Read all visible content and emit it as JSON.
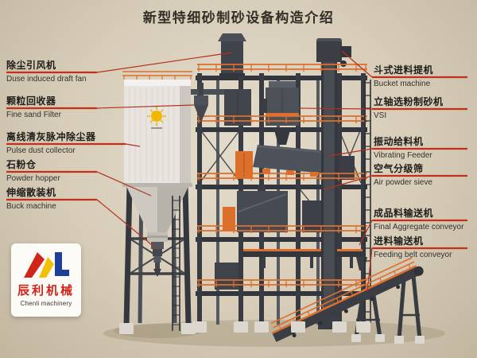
{
  "title": "新型特细砂制砂设备构造介绍",
  "colors": {
    "background_tan": "#d7cdb9",
    "accent_red": "#c3301a",
    "leader_red": "#b5301c",
    "steel_dark": "#383b41",
    "machine_orange": "#dd6f2d",
    "collector_light": "#e8e5e0",
    "logo_red": "#d2251a",
    "logo_yellow": "#f3c008",
    "logo_blue": "#1c3f9a"
  },
  "left_labels": [
    {
      "zh": "除尘引风机",
      "en": "Duse induced draft fan"
    },
    {
      "zh": "颗粒回收器",
      "en": "Fine sand Filter"
    },
    {
      "zh": "离线清灰脉冲除尘器",
      "en": "Pulse dust collector"
    },
    {
      "zh": "石粉仓",
      "en": "Powder hopper"
    },
    {
      "zh": "伸缩散装机",
      "en": "Buck machine"
    }
  ],
  "right_labels": [
    {
      "zh": "斗式进料提机",
      "en": "Bucket machine"
    },
    {
      "zh": "立轴选粉制砂机",
      "en": "VSI"
    },
    {
      "zh": "振动给料机",
      "en": "Vibrating Feeder"
    },
    {
      "zh": "空气分级筛",
      "en": "Air powder sieve"
    },
    {
      "zh": "成品料输送机",
      "en": "Final Aggregate conveyor"
    },
    {
      "zh": "进料输送机",
      "en": "Feeding belt conveyor"
    }
  ],
  "logo": {
    "zh": "辰利机械",
    "en": "Chenli machinery"
  }
}
